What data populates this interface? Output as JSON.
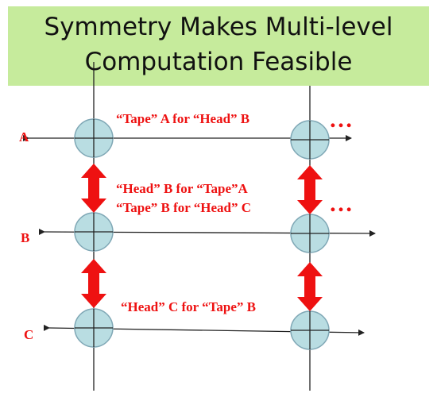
{
  "title": {
    "line1": "Symmetry Makes Multi-level",
    "line2": "Computation Feasible"
  },
  "levels": {
    "a": "A",
    "b": "B",
    "c": "C"
  },
  "captions": {
    "ab": "“Tape” A for “Head” B",
    "ba": "“Head” B for “Tape”A",
    "bc": "“Tape” B for “Head” C",
    "cb": "“Head” C for “Tape” B"
  },
  "ellipsis": "…",
  "colors": {
    "title_band": "#c6eb9c",
    "node_fill": "#b9dde2",
    "node_stroke": "#7fa7b5",
    "accent_red": "#ee1111",
    "line": "#222222"
  },
  "icons": {
    "link": "double-arrow-icon"
  }
}
